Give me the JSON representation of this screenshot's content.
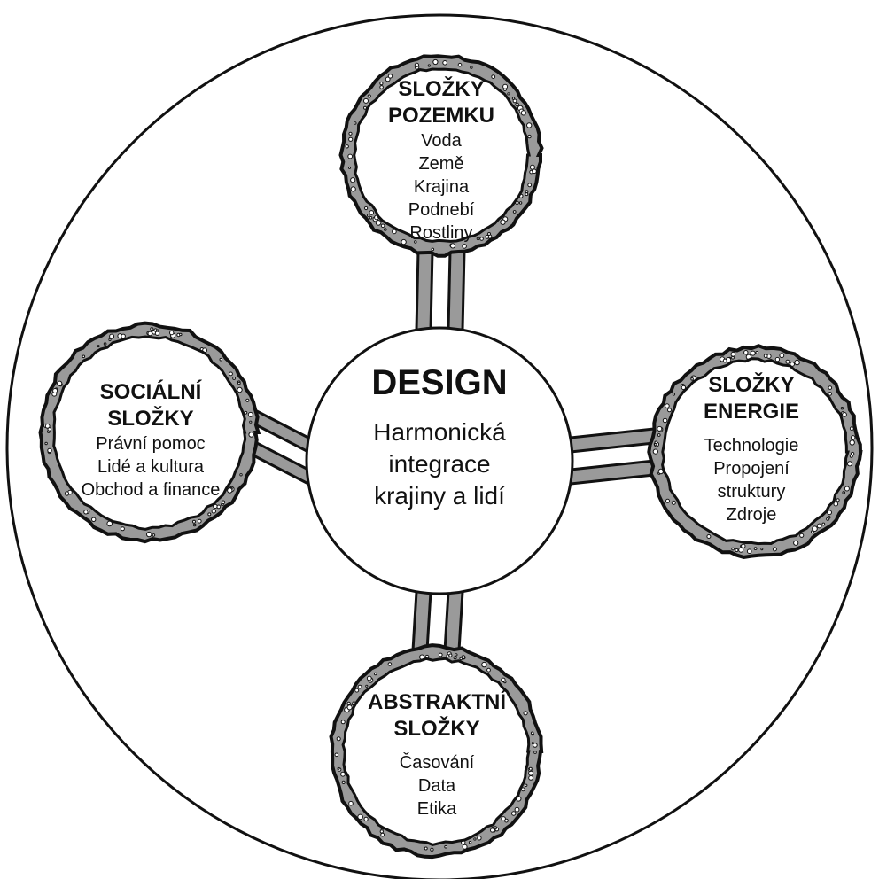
{
  "center": {
    "title": "DESIGN",
    "subtitle_lines": [
      "Harmonická",
      "integrace",
      "krajiny a lidí"
    ]
  },
  "nodes": {
    "top": {
      "title_lines": [
        "SLOŽKY",
        "POZEMKU"
      ],
      "items": [
        "Voda",
        "Země",
        "Krajina",
        "Podnebí",
        "Rostliny"
      ]
    },
    "left": {
      "title_lines": [
        "SOCIÁLNÍ",
        "SLOŽKY"
      ],
      "items": [
        "Právní pomoc",
        "Lidé a kultura",
        "Obchod a finance"
      ]
    },
    "right": {
      "title_lines": [
        "SLOŽKY",
        "ENERGIE"
      ],
      "items": [
        "Technologie",
        "Propojení",
        "struktury",
        "Zdroje"
      ]
    },
    "bottom": {
      "title_lines": [
        "ABSTRAKTNÍ",
        "SLOŽKY"
      ],
      "items": [
        "Časování",
        "Data",
        "Etika"
      ]
    }
  },
  "colors": {
    "ink": "#111111",
    "background": "#ffffff",
    "stipple": "#9a9a9a"
  }
}
